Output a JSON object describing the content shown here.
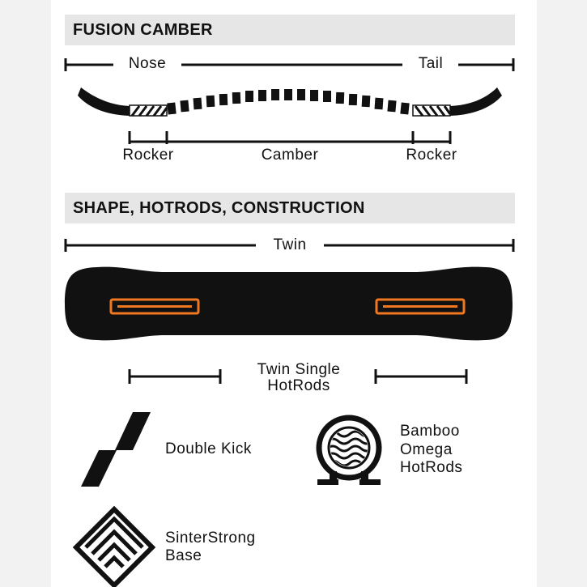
{
  "sections": [
    {
      "title": "FUSION CAMBER"
    },
    {
      "title": "SHAPE, HOTRODS, CONSTRUCTION"
    }
  ],
  "camber": {
    "nose": "Nose",
    "tail": "Tail",
    "zones": [
      "Rocker",
      "Camber",
      "Rocker"
    ]
  },
  "shape": {
    "label": "Twin",
    "hotrods_label_line1": "Twin Single",
    "hotrods_label_line2": "HotRods"
  },
  "features": {
    "double_kick": "Double Kick",
    "bamboo_line1": "Bamboo",
    "bamboo_line2": "Omega",
    "bamboo_line3": "HotRods",
    "sinter_line1": "SinterStrong",
    "sinter_line2": "Base"
  },
  "colors": {
    "accent": "#f07820",
    "ink": "#111111"
  }
}
